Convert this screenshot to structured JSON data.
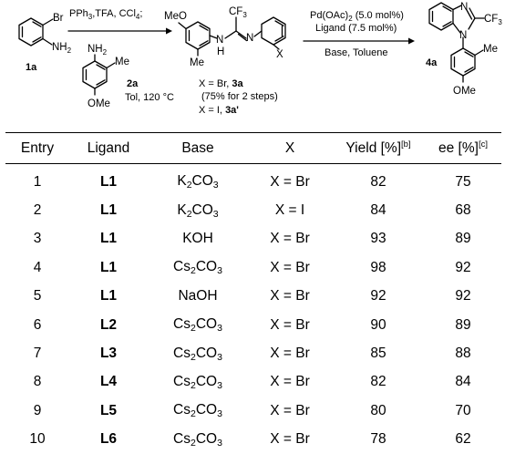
{
  "scheme": {
    "reactant_1": {
      "substituent_br": "Br",
      "substituent_nh2": "NH",
      "nh2_sub": "2",
      "label": "1a"
    },
    "step1": {
      "reagents": "PPh3,TFA, CCl4;",
      "amine": {
        "substituent_nh2": "NH",
        "nh2_sub": "2",
        "substituent_me": "Me",
        "substituent_ome": "OMe",
        "label": "2a"
      },
      "conditions": "Tol, 120 °C"
    },
    "intermediate": {
      "substituent_meo": "MeO",
      "substituent_cf3": "CF",
      "cf3_sub": "3",
      "atom_n1": "N",
      "atom_h": "H",
      "atom_n2": "N",
      "substituent_me": "Me",
      "substituent_x": "X",
      "note_line1_prefix": "X = Br,",
      "note_line1_label": "3a",
      "note_line2": "(75% for 2 steps)",
      "note_line3_prefix": "X = I,",
      "note_line3_label": "3a'"
    },
    "step2": {
      "catalyst": "Pd(OAc)",
      "catalyst_sub": "2",
      "catalyst_loading": "(5.0 mol%)",
      "ligand": "Ligand (7.5 mol%)",
      "base_solvent": "Base, Toluene"
    },
    "product": {
      "atom_n_top": "N",
      "atom_n_bottom": "N",
      "substituent_cf3": "CF",
      "cf3_sub": "3",
      "substituent_me": "Me",
      "substituent_ome": "OMe",
      "label": "4a"
    }
  },
  "table": {
    "headers": {
      "entry": "Entry",
      "ligand": "Ligand",
      "base": "Base",
      "x": "X",
      "yield": "Yield [%]",
      "yield_note": "[b]",
      "ee": "ee [%]",
      "ee_note": "[c]"
    },
    "rows": [
      {
        "entry": "1",
        "ligand": "L1",
        "base_pre": "K",
        "base_sub1": "2",
        "base_mid": "CO",
        "base_sub2": "3",
        "x": "X = Br",
        "yield": "82",
        "ee": "75"
      },
      {
        "entry": "2",
        "ligand": "L1",
        "base_pre": "K",
        "base_sub1": "2",
        "base_mid": "CO",
        "base_sub2": "3",
        "x": "X = I",
        "yield": "84",
        "ee": "68"
      },
      {
        "entry": "3",
        "ligand": "L1",
        "base_pre": "KOH",
        "base_sub1": "",
        "base_mid": "",
        "base_sub2": "",
        "x": "X = Br",
        "yield": "93",
        "ee": "89"
      },
      {
        "entry": "4",
        "ligand": "L1",
        "base_pre": "Cs",
        "base_sub1": "2",
        "base_mid": "CO",
        "base_sub2": "3",
        "x": "X = Br",
        "yield": "98",
        "ee": "92"
      },
      {
        "entry": "5",
        "ligand": "L1",
        "base_pre": "NaOH",
        "base_sub1": "",
        "base_mid": "",
        "base_sub2": "",
        "x": "X = Br",
        "yield": "92",
        "ee": "92"
      },
      {
        "entry": "6",
        "ligand": "L2",
        "base_pre": "Cs",
        "base_sub1": "2",
        "base_mid": "CO",
        "base_sub2": "3",
        "x": "X = Br",
        "yield": "90",
        "ee": "89"
      },
      {
        "entry": "7",
        "ligand": "L3",
        "base_pre": "Cs",
        "base_sub1": "2",
        "base_mid": "CO",
        "base_sub2": "3",
        "x": "X = Br",
        "yield": "85",
        "ee": "88"
      },
      {
        "entry": "8",
        "ligand": "L4",
        "base_pre": "Cs",
        "base_sub1": "2",
        "base_mid": "CO",
        "base_sub2": "3",
        "x": "X = Br",
        "yield": "82",
        "ee": "84"
      },
      {
        "entry": "9",
        "ligand": "L5",
        "base_pre": "Cs",
        "base_sub1": "2",
        "base_mid": "CO",
        "base_sub2": "3",
        "x": "X = Br",
        "yield": "80",
        "ee": "70"
      },
      {
        "entry": "10",
        "ligand": "L6",
        "base_pre": "Cs",
        "base_sub1": "2",
        "base_mid": "CO",
        "base_sub2": "3",
        "x": "X = Br",
        "yield": "78",
        "ee": "62"
      }
    ]
  }
}
